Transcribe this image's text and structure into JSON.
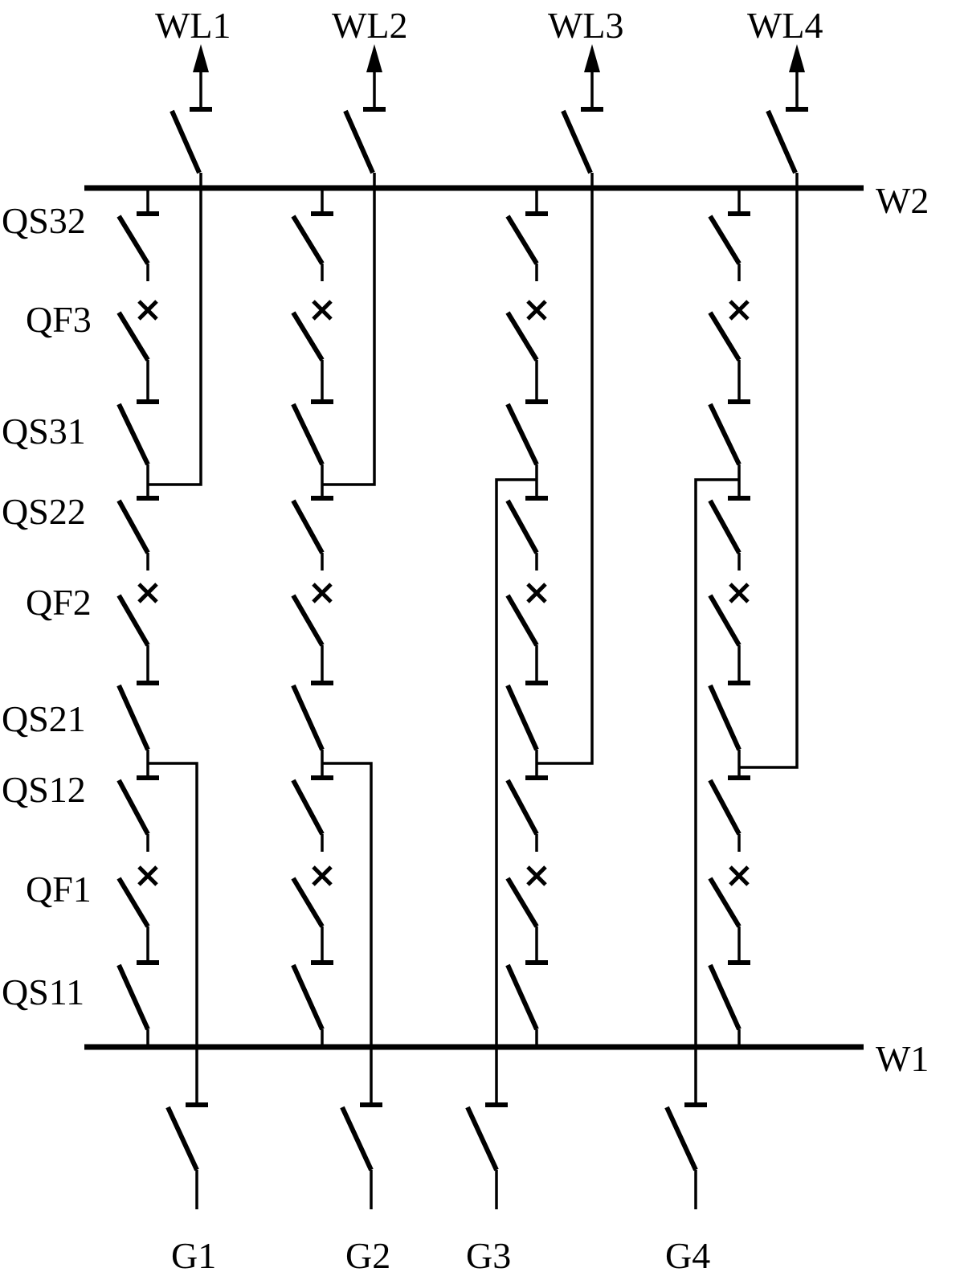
{
  "diagram": {
    "type": "electrical single-line diagram (one-and-a-half / 4/3 breaker scheme)",
    "buses": [
      {
        "id": "W2",
        "label": "W2"
      },
      {
        "id": "W1",
        "label": "W1"
      }
    ],
    "lines": [
      {
        "label": "WL1"
      },
      {
        "label": "WL2"
      },
      {
        "label": "WL3"
      },
      {
        "label": "WL4"
      }
    ],
    "generators": [
      {
        "label": "G1"
      },
      {
        "label": "G2"
      },
      {
        "label": "G3"
      },
      {
        "label": "G4"
      }
    ],
    "row_labels": [
      "QS32",
      "QF3",
      "QS31",
      "QS22",
      "QF2",
      "QS21",
      "QS12",
      "QF1",
      "QS11"
    ],
    "strings": 4,
    "colors": {
      "ink": "#000000",
      "background": "#ffffff"
    }
  }
}
